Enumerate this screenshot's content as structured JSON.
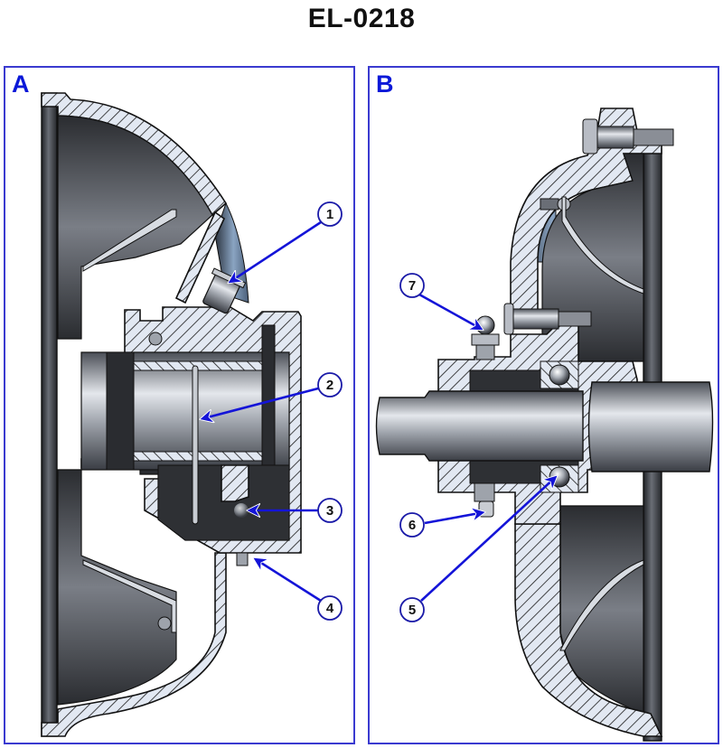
{
  "title": "EL-0218",
  "panels": [
    {
      "label": "A",
      "callouts": [
        "1",
        "2",
        "3",
        "4"
      ]
    },
    {
      "label": "B",
      "callouts": [
        "7",
        "6",
        "5"
      ]
    }
  ],
  "colors": {
    "frame": "#3a3ad0",
    "panel_label": "#0a18d8",
    "leader": "#1414d8",
    "section_fill": "#dfe6f0",
    "metal_dark": "#2a2c30",
    "metal_light": "#c8ccd2"
  }
}
